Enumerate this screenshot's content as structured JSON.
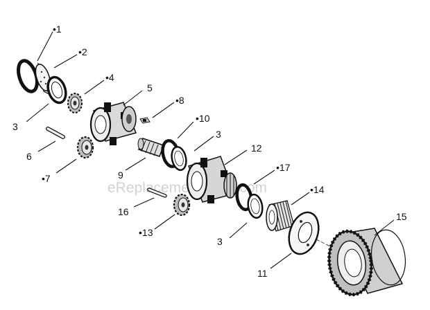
{
  "watermark": "eReplacementParts.com",
  "callouts": {
    "c1": "•1",
    "c2": "•2",
    "c3a": "3",
    "c4": "•4",
    "c5": "5",
    "c6": "6",
    "c7": "•7",
    "c8": "•8",
    "c9": "9",
    "c10": "•10",
    "c3b": "3",
    "c11": "11",
    "c12": "12",
    "c13": "•13",
    "c14": "•14",
    "c15": "15",
    "c16": "16",
    "c17": "•17",
    "c3c": "3"
  }
}
